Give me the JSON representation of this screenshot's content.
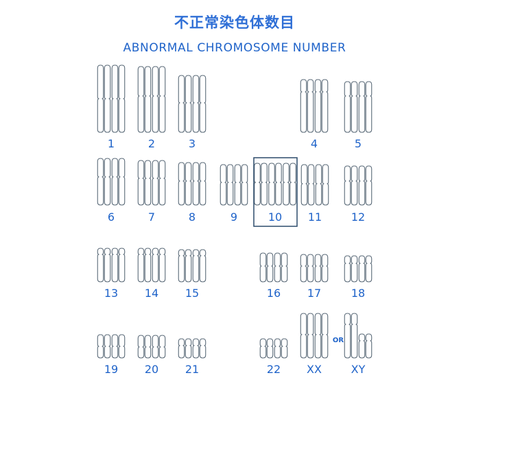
{
  "title_cn": "不正常染色体数目",
  "title_en": "ABNORMAL CHROMOSOME NUMBER",
  "or_label": "OR",
  "colors": {
    "accent": "#1f63c9",
    "outline": "#5a6a78",
    "box": "#2b4a6a"
  },
  "highlighted": "10",
  "chromosomes": [
    {
      "label": "1",
      "copies": 2
    },
    {
      "label": "2",
      "copies": 2
    },
    {
      "label": "3",
      "copies": 2
    },
    {
      "label": "4",
      "copies": 2
    },
    {
      "label": "5",
      "copies": 2
    },
    {
      "label": "6",
      "copies": 2
    },
    {
      "label": "7",
      "copies": 2
    },
    {
      "label": "8",
      "copies": 2
    },
    {
      "label": "9",
      "copies": 2
    },
    {
      "label": "10",
      "copies": 3
    },
    {
      "label": "11",
      "copies": 2
    },
    {
      "label": "12",
      "copies": 2
    },
    {
      "label": "13",
      "copies": 2
    },
    {
      "label": "14",
      "copies": 2
    },
    {
      "label": "15",
      "copies": 2
    },
    {
      "label": "16",
      "copies": 2
    },
    {
      "label": "17",
      "copies": 2
    },
    {
      "label": "18",
      "copies": 2
    },
    {
      "label": "19",
      "copies": 2
    },
    {
      "label": "20",
      "copies": 2
    },
    {
      "label": "21",
      "copies": 2
    },
    {
      "label": "22",
      "copies": 2
    },
    {
      "label": "XX",
      "copies": 2
    },
    {
      "label": "XY",
      "copies": 2
    }
  ]
}
